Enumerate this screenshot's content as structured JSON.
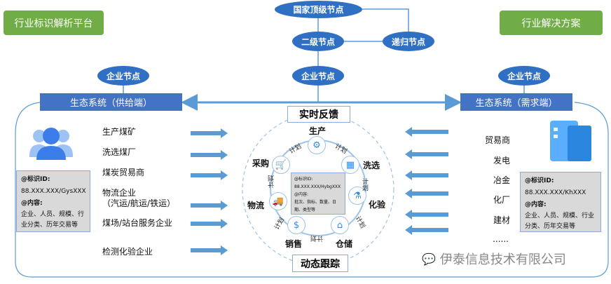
{
  "top_left_label": "行业标识解析平台",
  "top_right_label": "行业解决方案",
  "nodes": {
    "national": "国家顶级节点",
    "secondary": "二级节点",
    "recursive": "递归节点",
    "enterprise": "企业节点"
  },
  "supply_bar": "生态系统（供给端）",
  "demand_bar": "生态系统（需求端）",
  "feedback": "实时反馈",
  "tracking": "动态跟踪",
  "cycle": {
    "produce": "生产",
    "wash": "洗选",
    "test": "化验",
    "store": "仓储",
    "sell": "销售",
    "logistics": "物流",
    "purchase": "采购",
    "plan": "计划"
  },
  "center_box": {
    "id_label": "@标识ID:",
    "id_value": "88.XXX.XXX/HybgXXX",
    "content_label": "@内容:",
    "content_value": "批次、指标、数量、日期、类型等"
  },
  "supply_list": [
    "生产煤矿",
    "洗选煤厂",
    "煤炭贸易商",
    "物流企业",
    "（汽运/航运/铁运）",
    "煤场/站台服务企业",
    "检测化验企业"
  ],
  "supply_box": {
    "id_label": "@标识ID:",
    "id_value": "88.XXX.XXX/GysXXX",
    "content_label": "@内容:",
    "content_value": "企业、人员、规模、行业分类、历年交易等"
  },
  "demand_list": [
    "贸易商",
    "发电",
    "冶金",
    "化厂",
    "建材",
    "......"
  ],
  "demand_box": {
    "id_label": "@标识ID:",
    "id_value": "88.XXX.XXX/KhXXX",
    "content_label": "@内容:",
    "content_value": "企业、人员、规模、行业分类、历年交易等"
  },
  "watermark": "伊泰信息技术有限公司",
  "colors": {
    "green": "#70ad47",
    "blue": "#4472c4",
    "node": "#2f6fc4",
    "arrow": "#5b9bd5"
  }
}
